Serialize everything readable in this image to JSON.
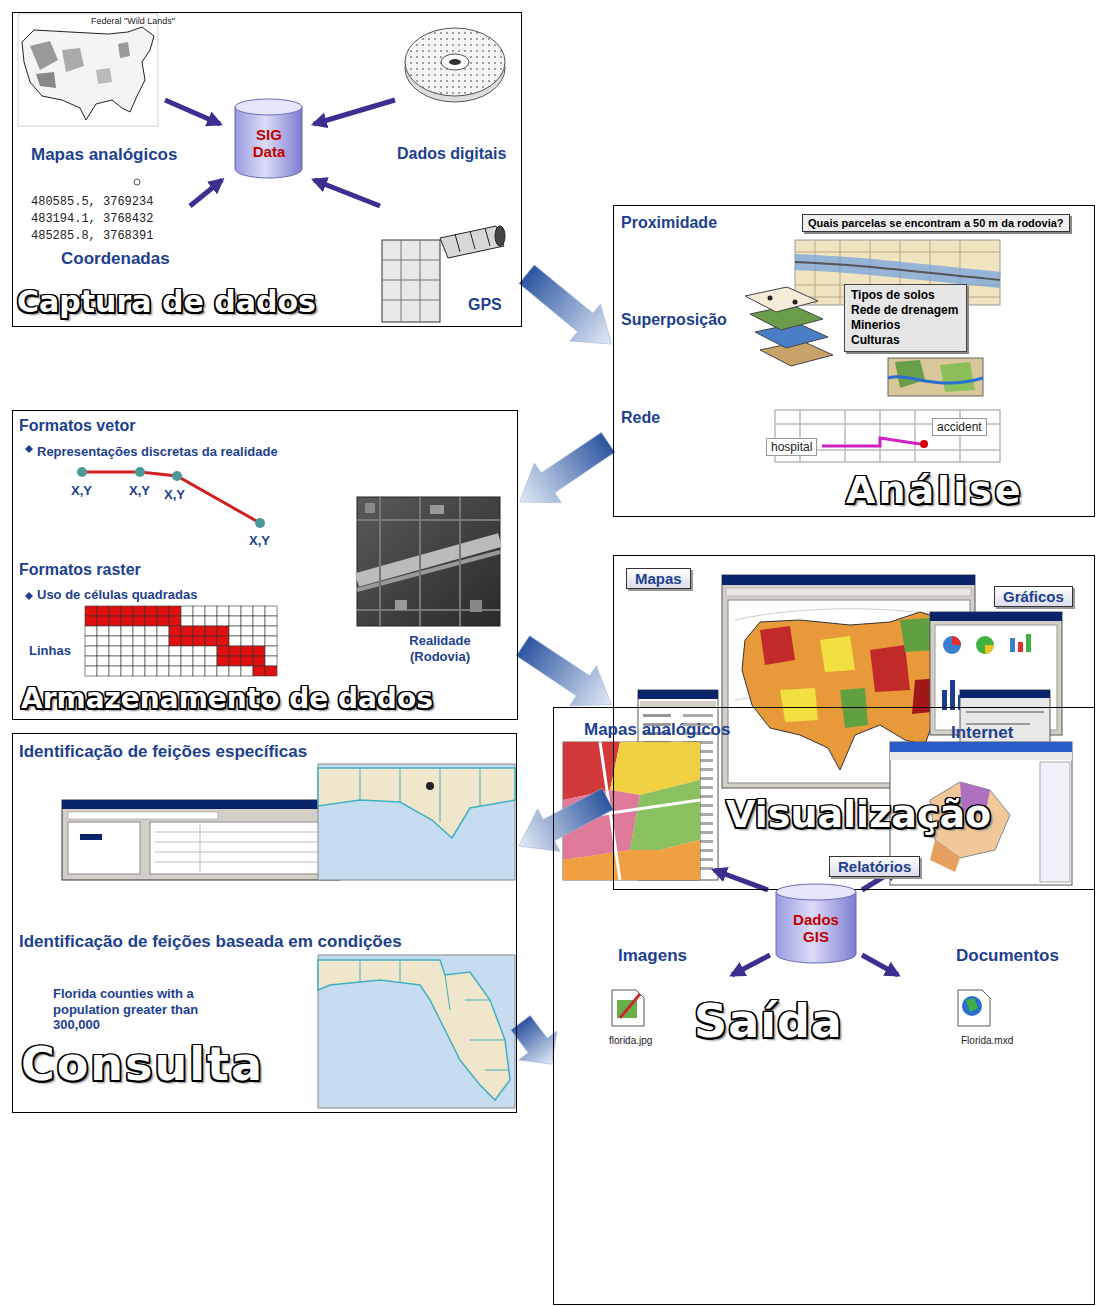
{
  "diagram": {
    "nodes": [
      {
        "text": [
          "Captura de dados",
          "Federal \"Wild Lands\"",
          "Mapas analógicos",
          "Dados digitais",
          "480585.5, 3769234",
          "483194.1, 3768432",
          "485285.8, 3768391",
          "Coordenadas",
          "GPS"
        ]
      },
      {
        "text": [
          "SIG Data"
        ],
        "in": 0
      },
      {
        "text": [
          "Análise",
          "Proximidade",
          "Superposição",
          "Rede"
        ]
      },
      {
        "text": [
          "Quais parcelas se encontram a 50 m da rodovia?"
        ],
        "in": 2
      },
      {
        "text": [
          "Tipos de solos",
          "Rede de drenagem",
          "Minerios",
          "Culturas"
        ],
        "in": 2
      },
      {
        "text": [
          "accident"
        ],
        "in": 2
      },
      {
        "text": [
          "hospital"
        ],
        "in": 2
      },
      {
        "text": [
          "Armazenamento de dados",
          "Formatos vetor",
          "Representações discretas da realidade",
          "X,Y",
          "X,Y",
          "X,Y",
          "X,Y",
          "Formatos raster",
          "Uso de células quadradas",
          "Linhas",
          "Realidade (Rodovia)"
        ]
      },
      {
        "text": [
          "Visualização"
        ]
      },
      {
        "text": [
          "Mapas"
        ],
        "in": 8
      },
      {
        "text": [
          "Gráficos"
        ],
        "in": 8
      },
      {
        "text": [
          "Relatórios"
        ],
        "in": 8
      },
      {
        "text": [
          "Consulta",
          "Identificação de feições específicas",
          "Identificação de feições baseada em condições",
          "Florida counties with a population greater than 300,000"
        ]
      },
      {
        "text": [
          "Saída",
          "Mapas analógicos",
          "Internet",
          "Imagens",
          "Documentos",
          "florida.jpg",
          "Florida.mxd"
        ]
      },
      {
        "text": [
          "Dados GIS"
        ],
        "in": 13
      }
    ],
    "edges": [
      {
        "from": 0,
        "to": 2,
        "arrow": "to"
      },
      {
        "from": 2,
        "to": 7,
        "arrow": "to"
      },
      {
        "from": 7,
        "to": 8,
        "arrow": "to"
      },
      {
        "from": 8,
        "to": 12,
        "arrow": "to"
      },
      {
        "from": 12,
        "to": 13,
        "arrow": "to"
      }
    ]
  }
}
